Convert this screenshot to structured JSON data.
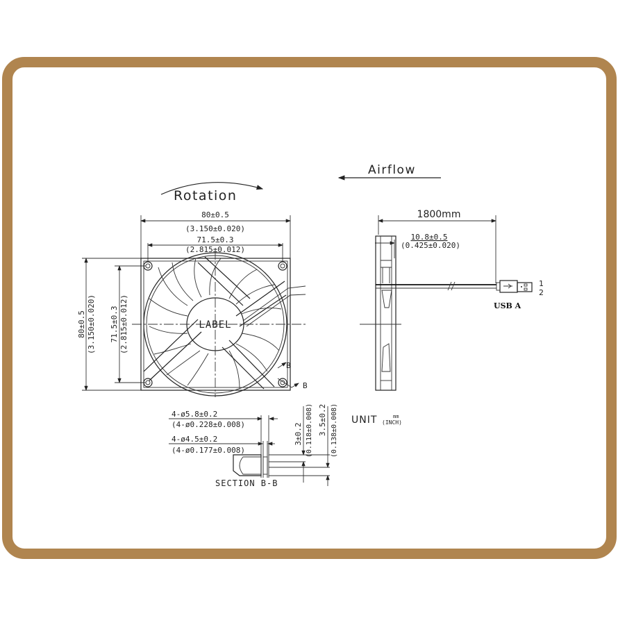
{
  "frame": {
    "color": "#B0854F",
    "background": "#ffffff"
  },
  "drawing": {
    "title_rotation": "Rotation",
    "title_airflow": "Airflow",
    "front_view": {
      "width_dim": "80±0.5",
      "width_dim_inch": "(3.150±0.020)",
      "hole_spacing_dim": "71.5±0.3",
      "hole_spacing_dim_inch": "(2.815±0.012)",
      "height_dim": "80±0.5",
      "height_dim_inch": "(3.150±0.020)",
      "hole_vspacing_dim": "71.5±0.3",
      "hole_vspacing_dim_inch": "(2.815±0.012)",
      "hub_label": "LABEL",
      "section_marker_1": "B",
      "section_marker_2": "B"
    },
    "side_view": {
      "cable_length": "1800mm",
      "thickness_dim": "10.8±0.5",
      "thickness_dim_inch": "(0.425±0.020)",
      "connector_label": "USB A",
      "pin_1": "1",
      "pin_2": "2"
    },
    "section": {
      "hole_outer": "4-ø5.8±0.2",
      "hole_outer_inch": "(4-ø0.228±0.008)",
      "hole_inner": "4-ø4.5±0.2",
      "hole_inner_inch": "(4-ø0.177±0.008)",
      "depth_1": "3±0.2",
      "depth_1_inch": "(0.118±0.008)",
      "depth_2": "3.5±0.2",
      "depth_2_inch": "(0.138±0.008)",
      "title": "SECTION  B-B"
    },
    "units": {
      "label": "UNIT",
      "top": "mm",
      "bottom": "(INCH)"
    }
  }
}
